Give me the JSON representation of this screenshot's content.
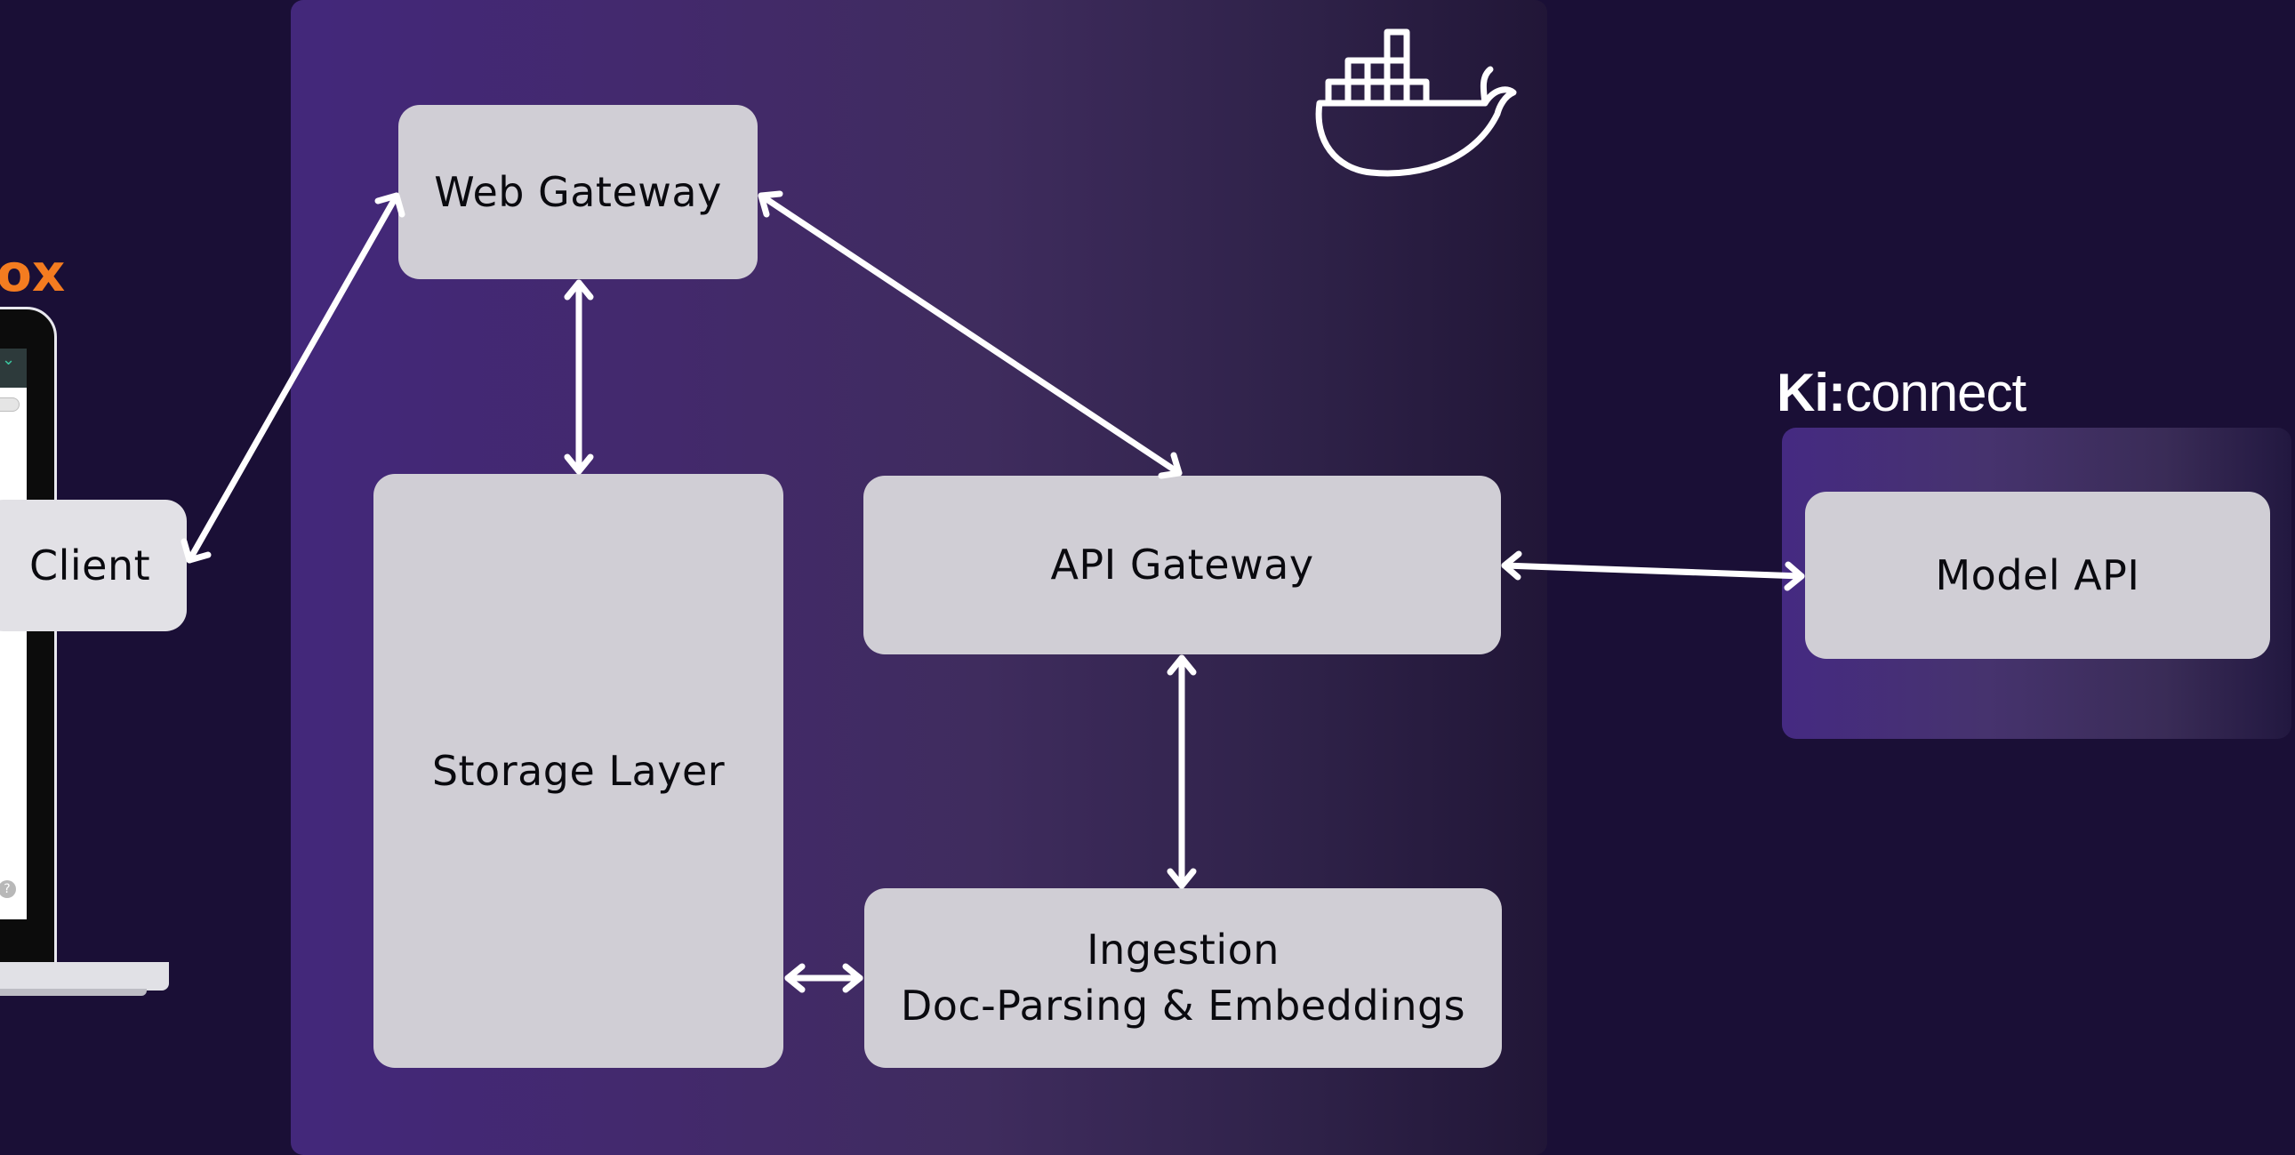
{
  "nodes": {
    "client": "Client",
    "web_gateway": "Web Gateway",
    "storage_layer": "Storage Layer",
    "api_gateway": "API Gateway",
    "ingestion_line1": "Ingestion",
    "ingestion_line2": "Doc-Parsing & Embeddings",
    "model_api": "Model API"
  },
  "external_brand": {
    "logo_bold": "Ki:",
    "logo_light": "connect"
  },
  "left_brand_fragment": "ox",
  "icons": {
    "container_platform": "docker-whale-icon",
    "laptop": "laptop-icon",
    "help": "help-icon"
  },
  "colors": {
    "background": "#1a0f36",
    "container_gradient_start": "#43287b",
    "container_gradient_end": "#211637",
    "node_fill": "#d0ced5",
    "arrow": "#ffffff",
    "brand_orange": "#f47c20"
  }
}
